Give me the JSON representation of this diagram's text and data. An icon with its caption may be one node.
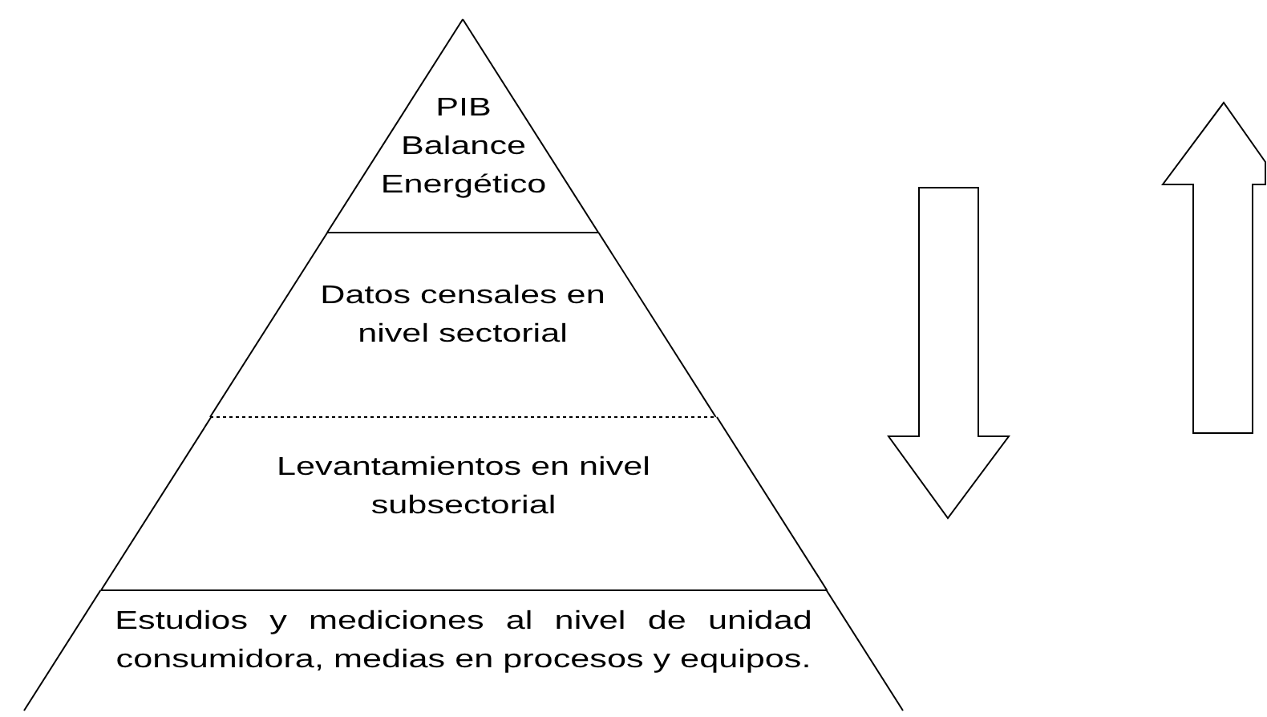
{
  "diagram": {
    "nodes": [
      {
        "text": [
          "PIB Balance Energético"
        ]
      },
      {
        "text": [
          "Datos censales en nivel sectorial"
        ]
      },
      {
        "text": [
          "Levantamientos en nivel subsectorial"
        ]
      },
      {
        "text": [
          "Estudios y mediciones al nivel de unidad consumidora, medias en procesos y equipos."
        ]
      }
    ]
  }
}
